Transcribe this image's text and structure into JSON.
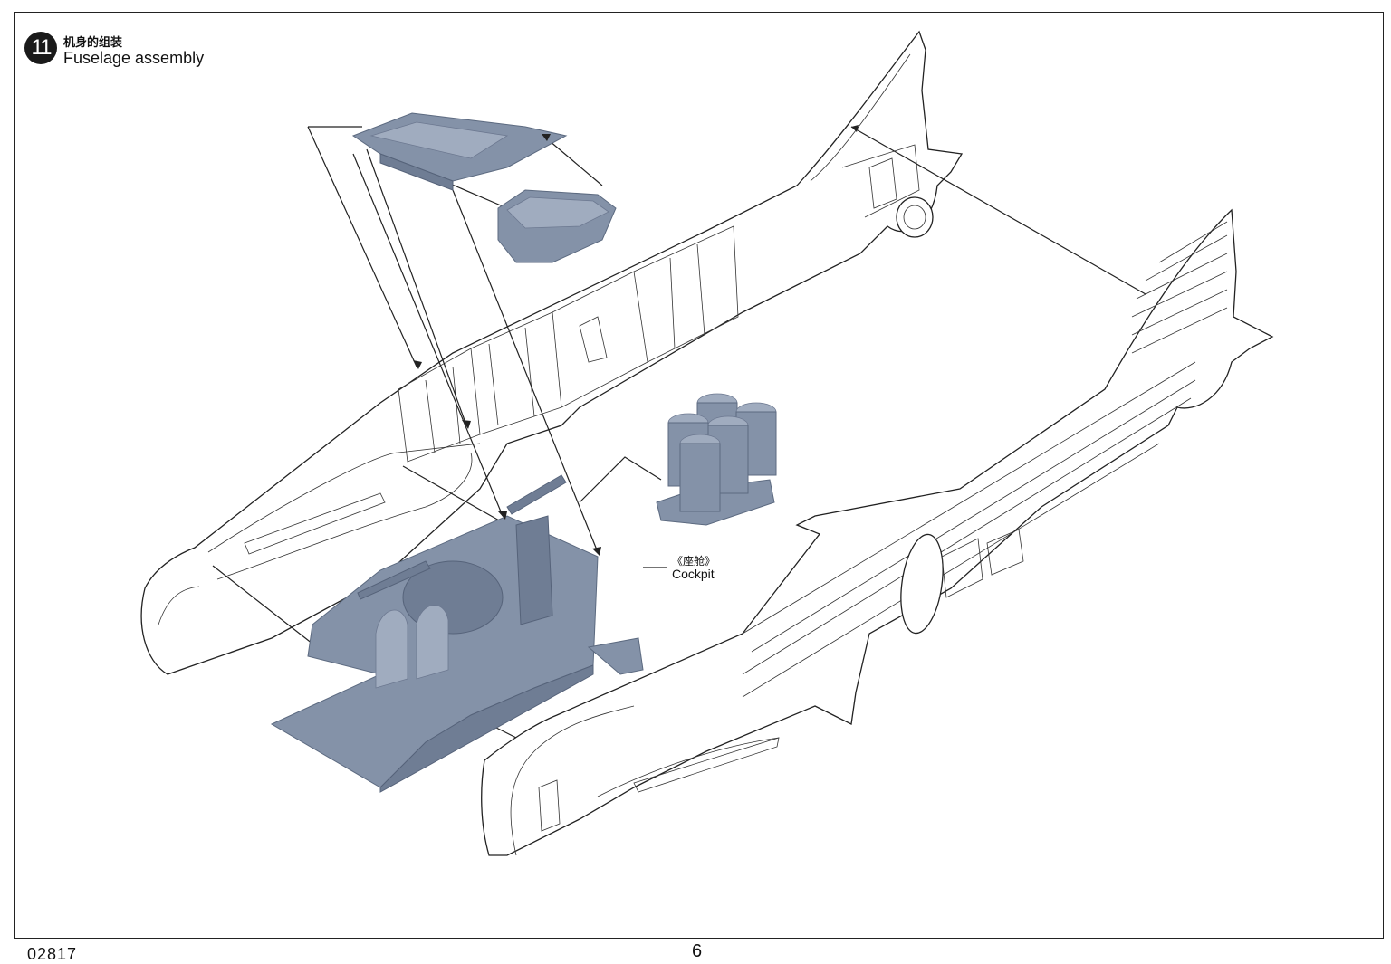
{
  "step": {
    "number": "11",
    "title_cn": "机身的组装",
    "title_en": "Fuselage assembly"
  },
  "callouts": {
    "cockpit_cn": "《座舱》",
    "cockpit_en": "Cockpit"
  },
  "footer": {
    "code": "02817",
    "page": "6"
  }
}
